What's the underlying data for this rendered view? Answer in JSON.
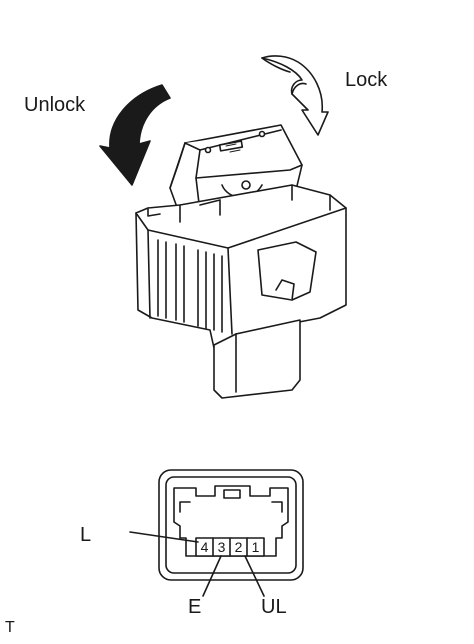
{
  "labels": {
    "unlock": "Unlock",
    "lock": "Lock",
    "pin_l": "L",
    "pin_e": "E",
    "pin_ul": "UL",
    "corner_code": "T"
  },
  "connector": {
    "pins": [
      "4",
      "3",
      "2",
      "1"
    ]
  }
}
